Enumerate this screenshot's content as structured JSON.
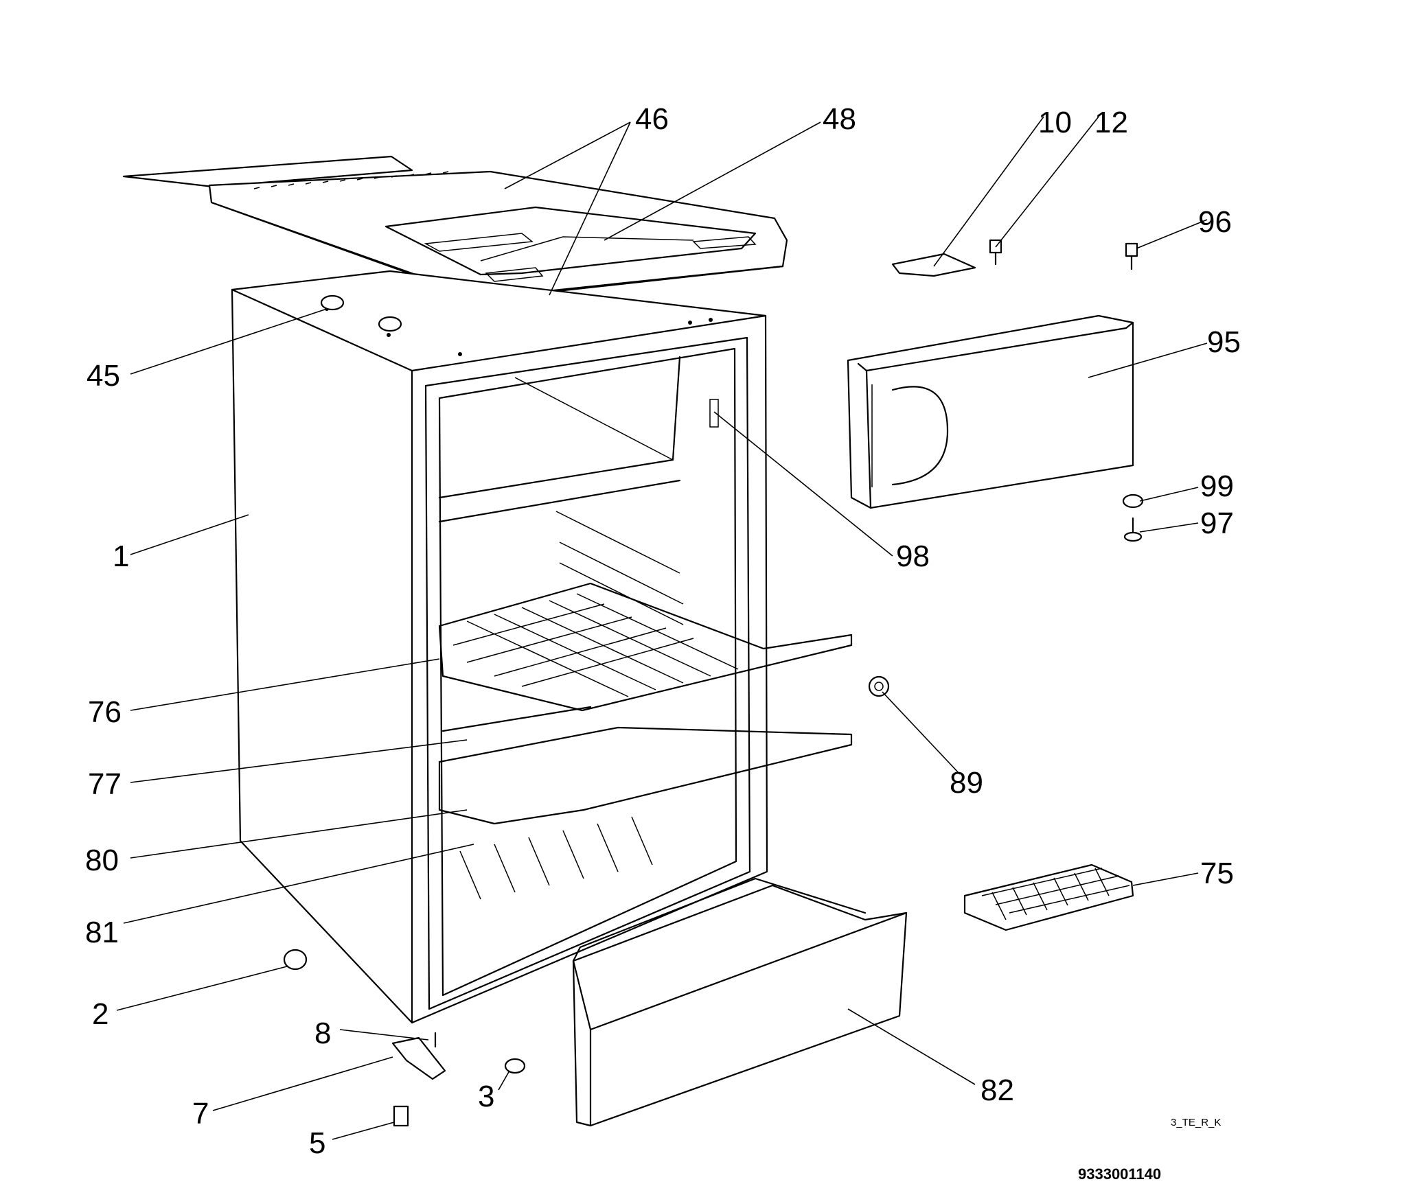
{
  "callouts": [
    {
      "id": "c46",
      "label": "46"
    },
    {
      "id": "c48",
      "label": "48"
    },
    {
      "id": "c10",
      "label": "10"
    },
    {
      "id": "c12",
      "label": "12"
    },
    {
      "id": "c96",
      "label": "96"
    },
    {
      "id": "c95",
      "label": "95"
    },
    {
      "id": "c45",
      "label": "45"
    },
    {
      "id": "c1",
      "label": "1"
    },
    {
      "id": "c98",
      "label": "98"
    },
    {
      "id": "c99",
      "label": "99"
    },
    {
      "id": "c97",
      "label": "97"
    },
    {
      "id": "c76",
      "label": "76"
    },
    {
      "id": "c77",
      "label": "77"
    },
    {
      "id": "c89",
      "label": "89"
    },
    {
      "id": "c80",
      "label": "80"
    },
    {
      "id": "c75",
      "label": "75"
    },
    {
      "id": "c81",
      "label": "81"
    },
    {
      "id": "c2",
      "label": "2"
    },
    {
      "id": "c8",
      "label": "8"
    },
    {
      "id": "c7",
      "label": "7"
    },
    {
      "id": "c3",
      "label": "3"
    },
    {
      "id": "c82",
      "label": "82"
    },
    {
      "id": "c5",
      "label": "5"
    }
  ],
  "diagram_code": "3_TE_R_K",
  "part_number": "9333001140"
}
